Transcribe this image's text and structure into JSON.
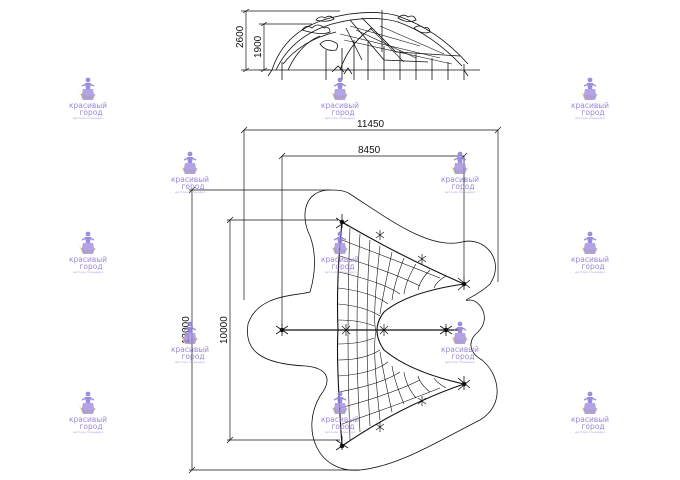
{
  "dimensions": {
    "elevation_height": "2600",
    "elevation_inner_height": "1900",
    "plan_width_overall": "11450",
    "plan_width_inner": "8450",
    "plan_height_overall": "13000",
    "plan_height_inner": "10000"
  },
  "watermark": {
    "line1": "красивый",
    "line2": "город",
    "tagline": "детские площадки",
    "logo_color": "#8e7ad8",
    "accent_color": "#f2dc6e"
  },
  "colors": {
    "line": "#111111",
    "background": "#ffffff"
  },
  "icons": {
    "logo": "kid-figure-logo-icon"
  }
}
